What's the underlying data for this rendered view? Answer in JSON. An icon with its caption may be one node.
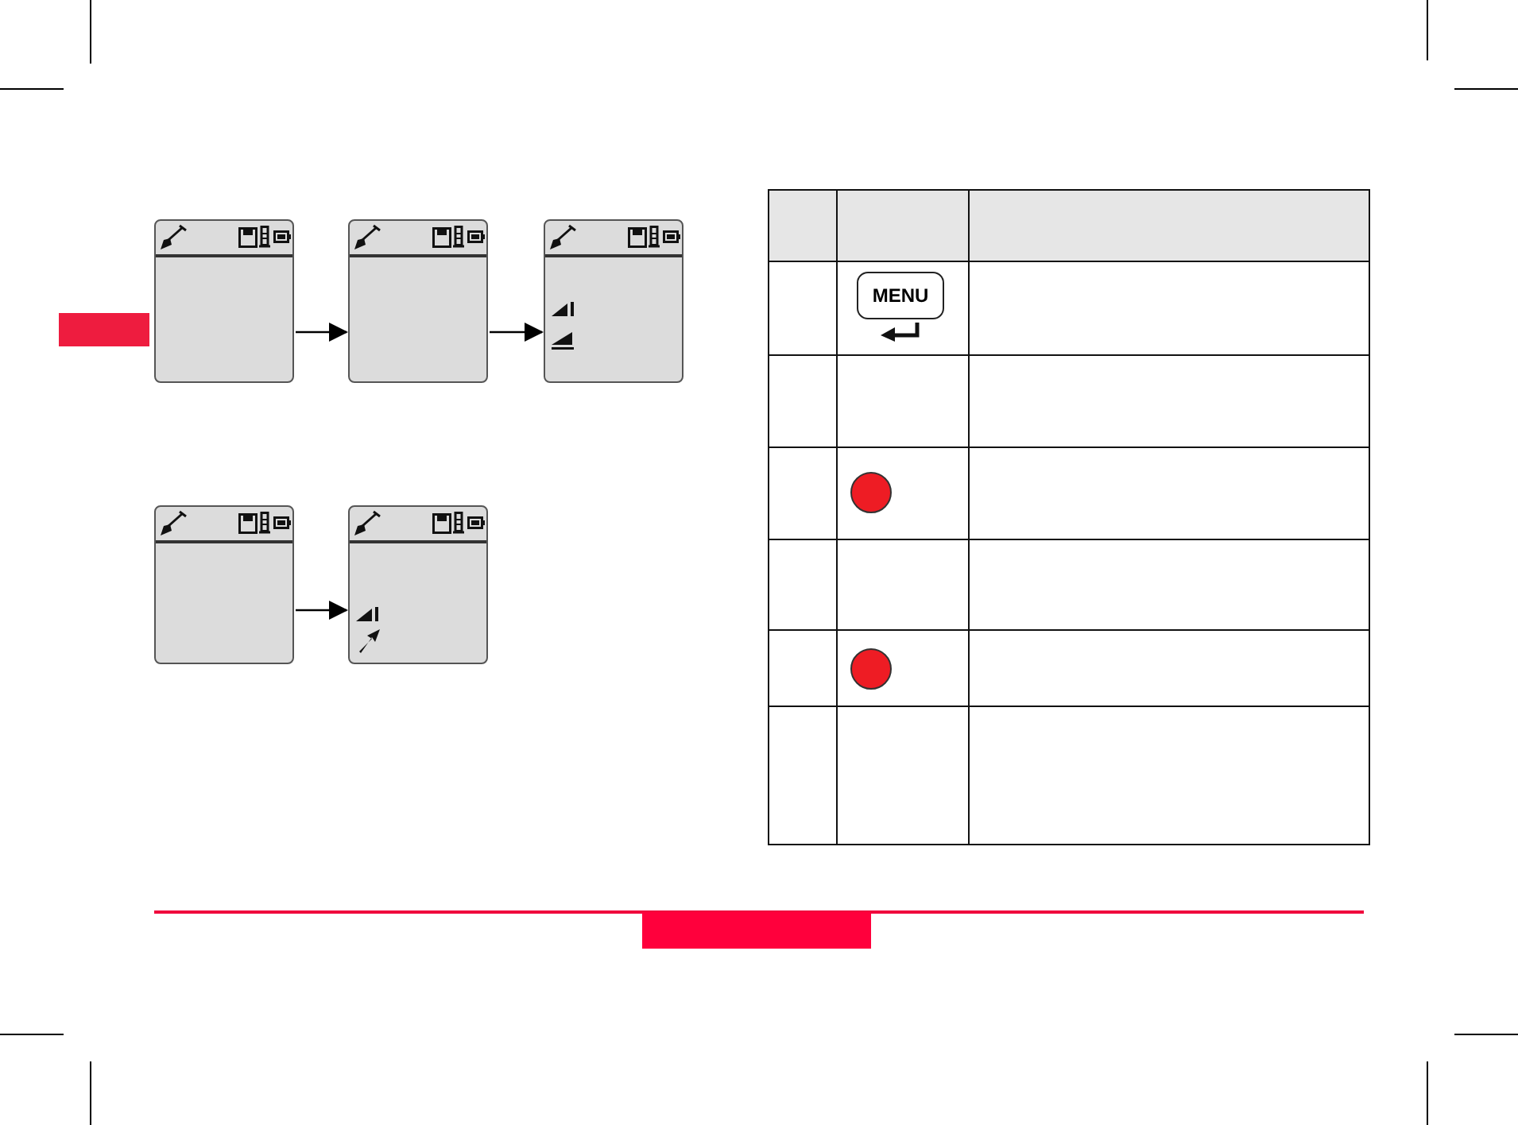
{
  "diagram": {
    "nodes": [
      {
        "text": [],
        "shape": "box"
      },
      {
        "text": [],
        "shape": "box"
      },
      {
        "text": [],
        "shape": "box"
      },
      {
        "text": [],
        "shape": "box"
      },
      {
        "text": [],
        "shape": "box"
      }
    ],
    "edges": [
      {
        "from": 0,
        "to": 1,
        "arrow": "to"
      },
      {
        "from": 1,
        "to": 2,
        "arrow": "to"
      },
      {
        "from": 3,
        "to": 4,
        "arrow": "to"
      }
    ],
    "labels": [
      "MENU"
    ]
  }
}
